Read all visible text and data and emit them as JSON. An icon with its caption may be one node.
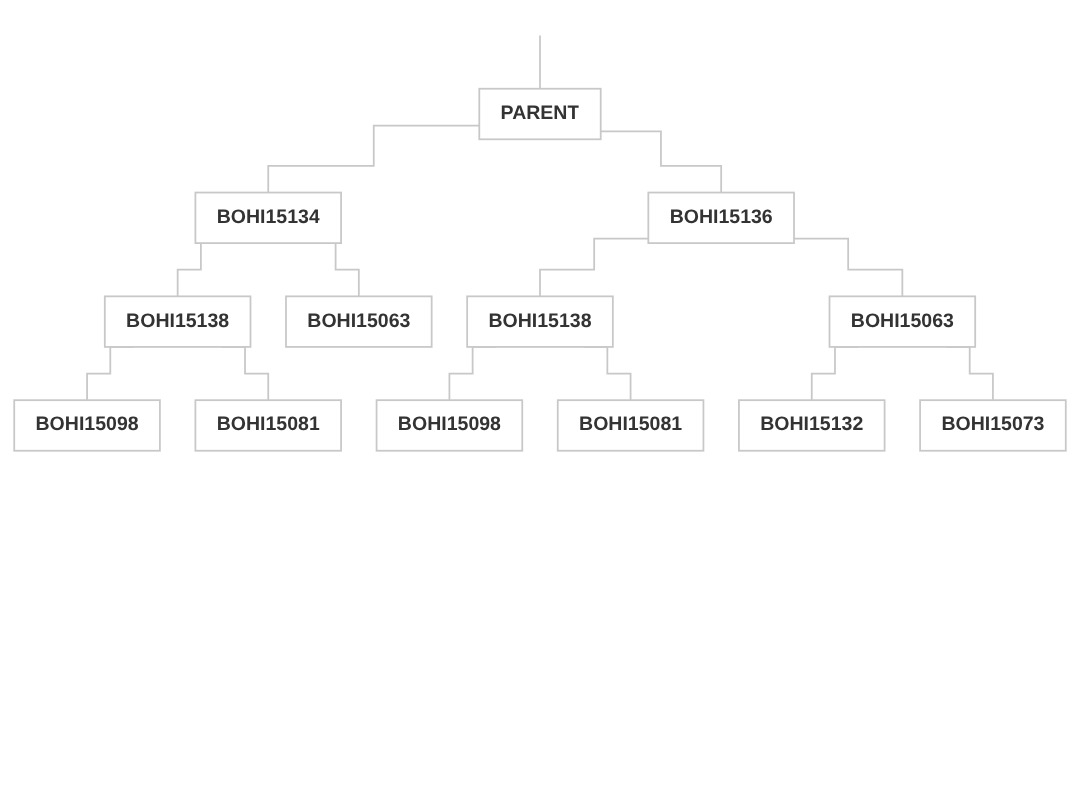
{
  "diagram": {
    "nodes": [
      {
        "text": [
          "PARENT"
        ]
      },
      {
        "text": [
          "BOHI15134"
        ]
      },
      {
        "text": [
          "BOHI15136"
        ]
      },
      {
        "text": [
          "BOHI15138"
        ]
      },
      {
        "text": [
          "BOHI15063"
        ]
      },
      {
        "text": [
          "BOHI15138"
        ]
      },
      {
        "text": [
          "BOHI15063"
        ]
      },
      {
        "text": [
          "BOHI15098"
        ]
      },
      {
        "text": [
          "BOHI15081"
        ]
      },
      {
        "text": [
          "BOHI15098"
        ]
      },
      {
        "text": [
          "BOHI15081"
        ]
      },
      {
        "text": [
          "BOHI15132"
        ]
      },
      {
        "text": [
          "BOHI15073"
        ]
      }
    ],
    "edges": [
      {
        "from": null,
        "to": 0,
        "arrow": "none"
      },
      {
        "from": 0,
        "to": 1,
        "arrow": "none"
      },
      {
        "from": 0,
        "to": 2,
        "arrow": "none"
      },
      {
        "from": 1,
        "to": 3,
        "arrow": "none"
      },
      {
        "from": 1,
        "to": 4,
        "arrow": "none"
      },
      {
        "from": 2,
        "to": 5,
        "arrow": "none"
      },
      {
        "from": 2,
        "to": 6,
        "arrow": "none"
      },
      {
        "from": 3,
        "to": 7,
        "arrow": "none"
      },
      {
        "from": 3,
        "to": 8,
        "arrow": "none"
      },
      {
        "from": 5,
        "to": 9,
        "arrow": "none"
      },
      {
        "from": 5,
        "to": 10,
        "arrow": "none"
      },
      {
        "from": 6,
        "to": 11,
        "arrow": "none"
      },
      {
        "from": 6,
        "to": 12,
        "arrow": "none"
      }
    ]
  }
}
